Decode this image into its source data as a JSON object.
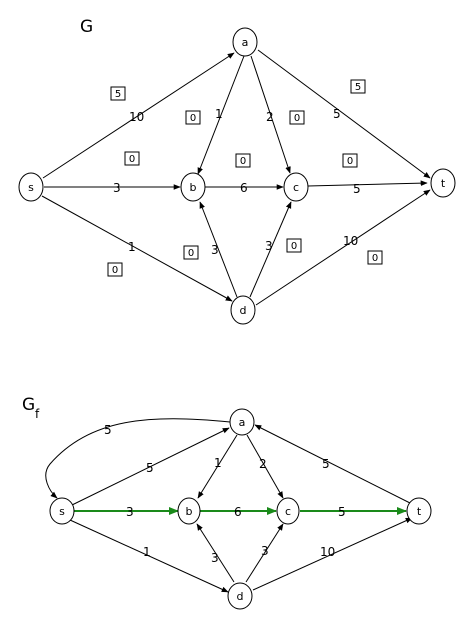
{
  "graph_g": {
    "title": "G",
    "nodes": {
      "s": "s",
      "a": "a",
      "b": "b",
      "c": "c",
      "d": "d",
      "t": "t"
    },
    "edges": {
      "s_a": {
        "capacity": "10",
        "flow": "5"
      },
      "s_b": {
        "capacity": "3",
        "flow": "0"
      },
      "s_d": {
        "capacity": "1",
        "flow": "0"
      },
      "a_b": {
        "capacity": "1",
        "flow": "0"
      },
      "a_c": {
        "capacity": "2",
        "flow": "0"
      },
      "a_t": {
        "capacity": "5",
        "flow": "5"
      },
      "b_c": {
        "capacity": "6",
        "flow": "0"
      },
      "c_t": {
        "capacity": "5",
        "flow": "0"
      },
      "d_b": {
        "capacity": "3",
        "flow": "0"
      },
      "d_c": {
        "capacity": "3",
        "flow": "0"
      },
      "d_t": {
        "capacity": "10",
        "flow": "0"
      }
    }
  },
  "graph_gf": {
    "title": "G",
    "subscript": "f",
    "nodes": {
      "s": "s",
      "a": "a",
      "b": "b",
      "c": "c",
      "d": "d",
      "t": "t"
    },
    "edges": {
      "a_s": {
        "capacity": "5"
      },
      "s_a": {
        "capacity": "5"
      },
      "s_b": {
        "capacity": "3"
      },
      "s_d": {
        "capacity": "1"
      },
      "a_b": {
        "capacity": "1"
      },
      "a_c": {
        "capacity": "2"
      },
      "t_a": {
        "capacity": "5"
      },
      "b_c": {
        "capacity": "6"
      },
      "c_t": {
        "capacity": "5"
      },
      "d_b": {
        "capacity": "3"
      },
      "d_c": {
        "capacity": "3"
      },
      "d_t": {
        "capacity": "10"
      }
    },
    "augmenting_path": [
      "s",
      "b",
      "c",
      "t"
    ]
  },
  "colors": {
    "augmenting_path": "#1a8a1a",
    "edge": "#000000",
    "node_fill": "#ffffff"
  }
}
